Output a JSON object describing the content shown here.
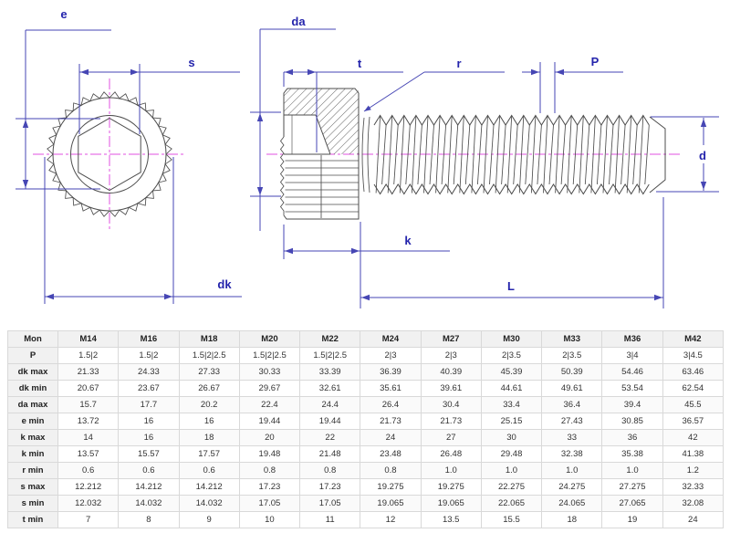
{
  "diagram": {
    "labels": {
      "e": "e",
      "s": "s",
      "dk": "dk",
      "da": "da",
      "t": "t",
      "r": "r",
      "P": "P",
      "d": "d",
      "k": "k",
      "L": "L"
    },
    "colors": {
      "dimension_line": "#4646b4",
      "dimension_label": "#2424ac",
      "centerline": "#e052e0",
      "outline": "#4d4d4d"
    }
  },
  "table": {
    "header": [
      "Mon",
      "M14",
      "M16",
      "M18",
      "M20",
      "M22",
      "M24",
      "M27",
      "M30",
      "M33",
      "M36",
      "M42"
    ],
    "rows": [
      {
        "label": "P",
        "values": [
          "1.5|2",
          "1.5|2",
          "1.5|2|2.5",
          "1.5|2|2.5",
          "1.5|2|2.5",
          "2|3",
          "2|3",
          "2|3.5",
          "2|3.5",
          "3|4",
          "3|4.5"
        ]
      },
      {
        "label": "dk max",
        "values": [
          "21.33",
          "24.33",
          "27.33",
          "30.33",
          "33.39",
          "36.39",
          "40.39",
          "45.39",
          "50.39",
          "54.46",
          "63.46"
        ]
      },
      {
        "label": "dk min",
        "values": [
          "20.67",
          "23.67",
          "26.67",
          "29.67",
          "32.61",
          "35.61",
          "39.61",
          "44.61",
          "49.61",
          "53.54",
          "62.54"
        ]
      },
      {
        "label": "da max",
        "values": [
          "15.7",
          "17.7",
          "20.2",
          "22.4",
          "24.4",
          "26.4",
          "30.4",
          "33.4",
          "36.4",
          "39.4",
          "45.5"
        ]
      },
      {
        "label": "e min",
        "values": [
          "13.72",
          "16",
          "16",
          "19.44",
          "19.44",
          "21.73",
          "21.73",
          "25.15",
          "27.43",
          "30.85",
          "36.57"
        ]
      },
      {
        "label": "k max",
        "values": [
          "14",
          "16",
          "18",
          "20",
          "22",
          "24",
          "27",
          "30",
          "33",
          "36",
          "42"
        ]
      },
      {
        "label": "k min",
        "values": [
          "13.57",
          "15.57",
          "17.57",
          "19.48",
          "21.48",
          "23.48",
          "26.48",
          "29.48",
          "32.38",
          "35.38",
          "41.38"
        ]
      },
      {
        "label": "r min",
        "values": [
          "0.6",
          "0.6",
          "0.6",
          "0.8",
          "0.8",
          "0.8",
          "1.0",
          "1.0",
          "1.0",
          "1.0",
          "1.2"
        ]
      },
      {
        "label": "s max",
        "values": [
          "12.212",
          "14.212",
          "14.212",
          "17.23",
          "17.23",
          "19.275",
          "19.275",
          "22.275",
          "24.275",
          "27.275",
          "32.33"
        ]
      },
      {
        "label": "s min",
        "values": [
          "12.032",
          "14.032",
          "14.032",
          "17.05",
          "17.05",
          "19.065",
          "19.065",
          "22.065",
          "24.065",
          "27.065",
          "32.08"
        ]
      },
      {
        "label": "t min",
        "values": [
          "7",
          "8",
          "9",
          "10",
          "11",
          "12",
          "13.5",
          "15.5",
          "18",
          "19",
          "24"
        ]
      }
    ]
  }
}
